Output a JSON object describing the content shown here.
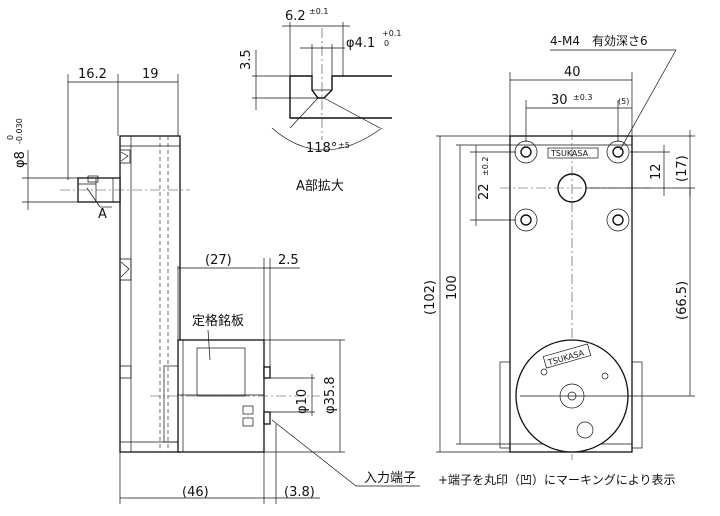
{
  "side_view": {
    "dim_shaft_len": "16.2",
    "dim_flange": "19",
    "dim_shaft_dia": "φ8",
    "tol_shaft_upper": "0",
    "tol_shaft_lower": "-0.030",
    "detail_marker": "A",
    "dim_motor_len": "(27)",
    "dim_terminal_off": "2.5",
    "label_nameplate": "定格銘板",
    "dim_motor_dia_small": "φ10",
    "dim_motor_dia": "φ35.8",
    "dim_total_len": "(46)",
    "dim_terminal_len": "(3.8)",
    "label_input_terminal": "入力端子"
  },
  "detail_a": {
    "dim_flat": "6.2",
    "tol_flat": "±0.1",
    "dim_bore": "φ4.1",
    "tol_bore_upper": "+0.1",
    "tol_bore_lower": "0",
    "dim_depth": "3.5",
    "dim_angle": "118°",
    "tol_angle": "±5",
    "caption": "A部拡大"
  },
  "front_view": {
    "label_holes": "4-M4　有効深さ6",
    "dim_width": "40",
    "dim_pitch": "30",
    "tol_pitch": "±0.3",
    "dim_edge": "(5)",
    "dim_vpitch": "22",
    "tol_vpitch": "±0.2",
    "dim_shaft_off": "12",
    "dim_shaft_off_ref": "(17)",
    "dim_height_ref": "(102)",
    "dim_height": "100",
    "dim_motor_off": "(66.5)",
    "plate_text": "TSUKASA",
    "motor_text": "TSUKASA"
  },
  "footer": {
    "note": "+端子を丸印（凹）にマーキングにより表示"
  }
}
